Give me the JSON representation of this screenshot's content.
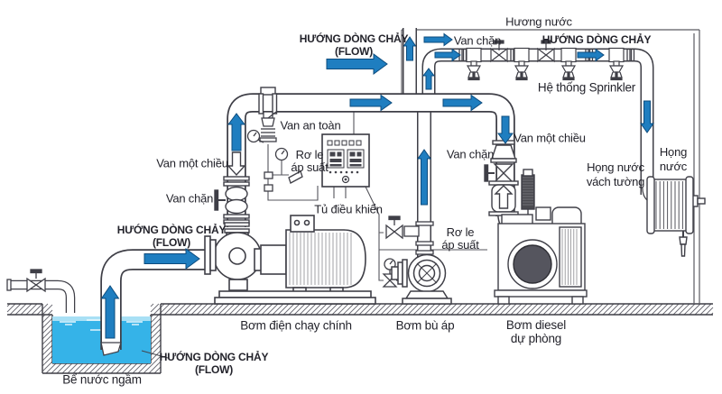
{
  "diagram_type": "fire-fighting pump system schematic",
  "colors": {
    "arrow_blue": "#1f7ec0",
    "arrow_border": "#0d4c7e",
    "water_blue": "#35b3e8",
    "water_surface": "#a8e0f5",
    "pipe_outline": "#3f3f47",
    "text": "#23232b",
    "hatch": "#6a6a72"
  },
  "labels": {
    "top_zone": "Hương nước",
    "flow_top": [
      "HƯỚNG DÒNG CHẢY",
      "(FLOW)"
    ],
    "van_chan_sprinkler": "Van chặn",
    "flow_sprinkler": "HƯỚNG DÒNG CHẢY",
    "sprinkler_system": "Hệ thống Sprinkler",
    "van_mot_chieu_diesel": "Van một chiều",
    "van_chan_diesel": "Van chặn",
    "wall_hydrant": [
      "Họng nước",
      "vách tường"
    ],
    "hose_reel": [
      "Họng",
      "nước"
    ],
    "safety_valve": "Van an toàn",
    "pressure_relay_main": [
      "Rơ le",
      "áp suất"
    ],
    "control_cabinet": "Tủ điều khiển",
    "van_mot_chieu_main": "Van một chiều",
    "van_chan_main": "Van chặn",
    "flow_suction": [
      "HƯỚNG DÒNG CHẢY",
      "(FLOW)"
    ],
    "pressure_relay_jockey": [
      "Rơ le",
      "áp suất"
    ],
    "main_pump": "Bơm điện chạy chính",
    "jockey_pump": "Bơm bù áp",
    "diesel_pump": [
      "Bơm diesel",
      "dự phòng"
    ],
    "flow_tank": [
      "HƯỚNG DÒNG CHẢY",
      "(FLOW)"
    ],
    "tank": "Bể nước ngầm"
  }
}
